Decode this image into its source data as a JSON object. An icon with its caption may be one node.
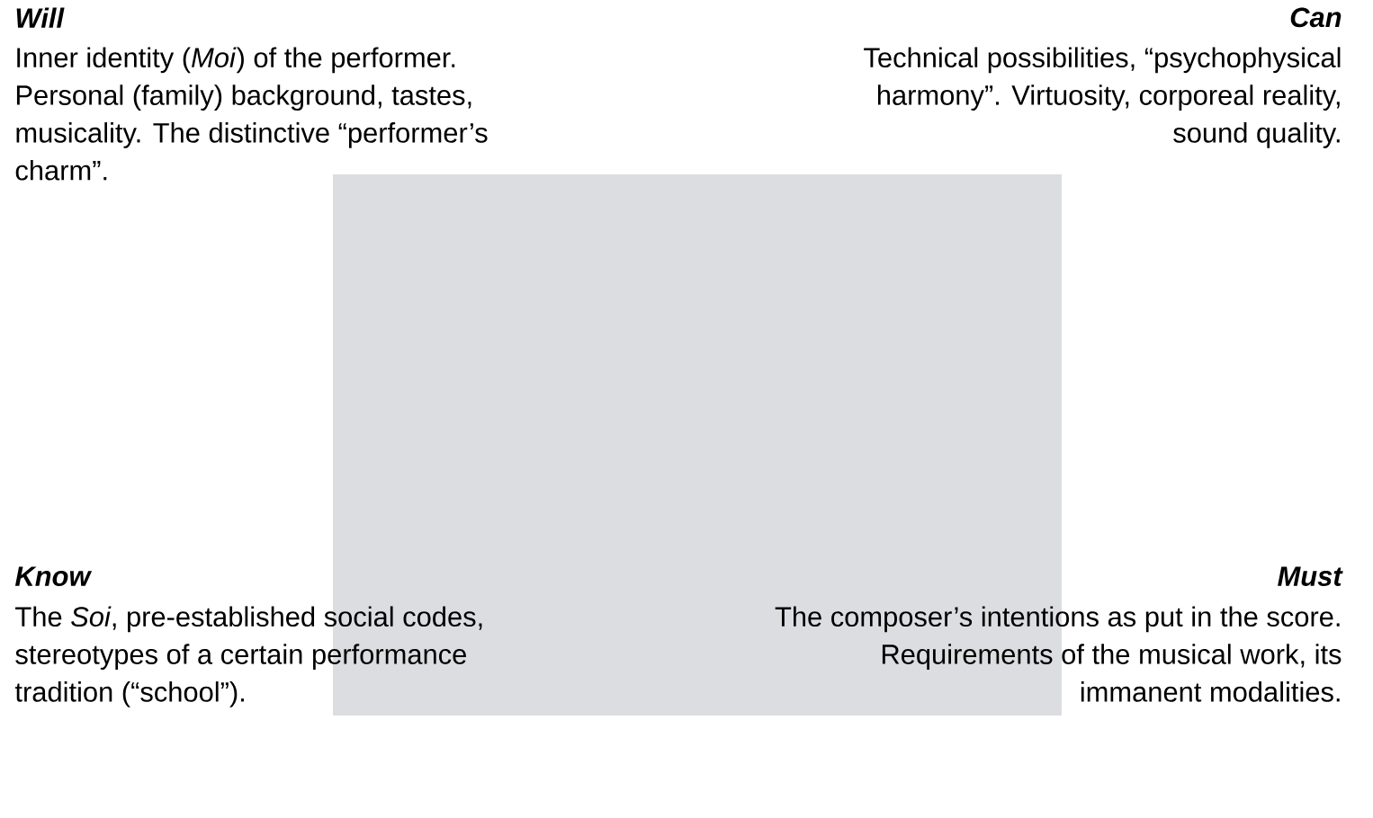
{
  "diagram": {
    "labels": [
      "Will",
      "Can",
      "Inner identity (*Moi*) of the performer. Personal (family) background, tastes, musicality. The distinctive “performer’s charm”.",
      "Technical possibilities, “psychophysical harmony”. Virtuosity, corporeal reality, sound quality.",
      "Know",
      "Must",
      "The *Soi*, pre-established social codes, stereotypes of a certain performance tradition (“school”).",
      "The composer’s intentions as put in the score. Requirements of the musical work, its immanent modalities."
    ]
  }
}
